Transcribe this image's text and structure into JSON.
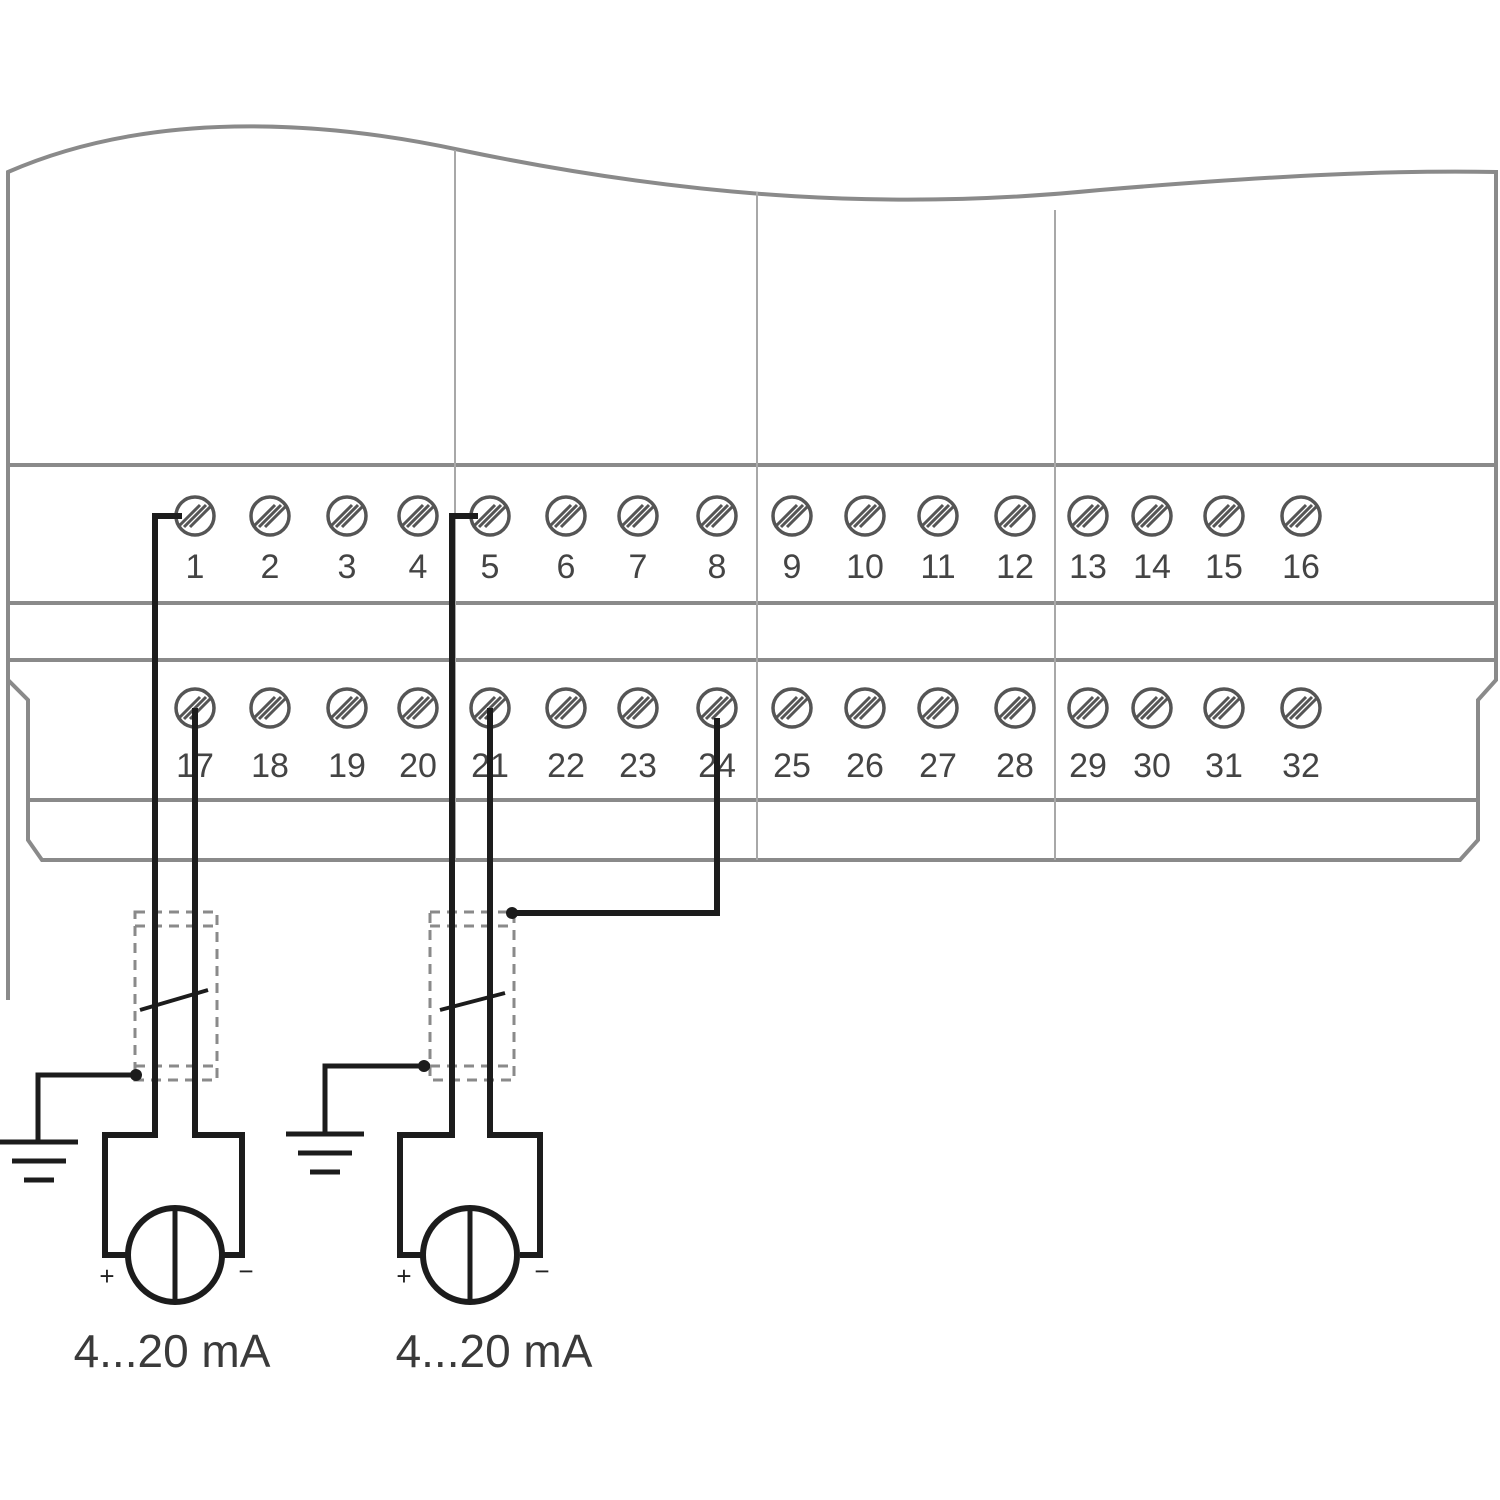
{
  "terminals": {
    "top_row": [
      "1",
      "2",
      "3",
      "4",
      "5",
      "6",
      "7",
      "8",
      "9",
      "10",
      "11",
      "12",
      "13",
      "14",
      "15",
      "16"
    ],
    "bottom_row": [
      "17",
      "18",
      "19",
      "20",
      "21",
      "22",
      "23",
      "24",
      "25",
      "26",
      "27",
      "28",
      "29",
      "30",
      "31",
      "32"
    ]
  },
  "sources": [
    {
      "label": "4...20 mA",
      "plus": "+",
      "minus": "−"
    },
    {
      "label": "4...20 mA",
      "plus": "+",
      "minus": "−"
    }
  ],
  "colors": {
    "panel": "#8a8a8a",
    "wire": "#1c1c1c",
    "label": "#444444"
  }
}
